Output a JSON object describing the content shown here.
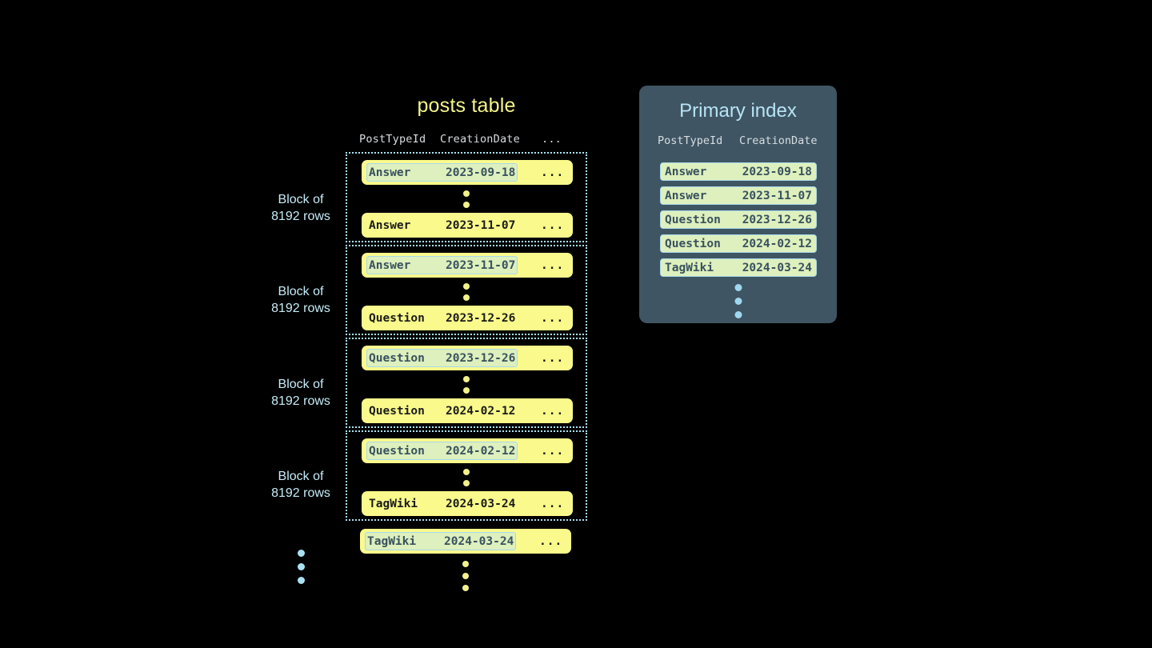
{
  "background_color": "#000000",
  "palette": {
    "row_yellow": "#fafa8c",
    "highlight_green": "#ddf0bd",
    "highlight_border": "#a9d8ea",
    "accent_blue": "#a9e4f5",
    "title_yellow": "#f4f48a",
    "panel_slate": "#3f5563",
    "mono_dark_text": "#1b1b1b",
    "highlight_text": "#39515f"
  },
  "posts_table": {
    "title": "posts table",
    "columns": [
      "PostTypeId",
      "CreationDate",
      "..."
    ],
    "ellipsis_cell": "...",
    "blocks": [
      {
        "label_line1": "Block of",
        "label_line2": "8192 rows",
        "first_row": {
          "post_type_id": "Answer",
          "creation_date": "2023-09-18",
          "rest": "...",
          "highlighted": true
        },
        "last_row": {
          "post_type_id": "Answer",
          "creation_date": "2023-11-07",
          "rest": "...",
          "highlighted": false
        }
      },
      {
        "label_line1": "Block of",
        "label_line2": "8192 rows",
        "first_row": {
          "post_type_id": "Answer",
          "creation_date": "2023-11-07",
          "rest": "...",
          "highlighted": true
        },
        "last_row": {
          "post_type_id": "Question",
          "creation_date": "2023-12-26",
          "rest": "...",
          "highlighted": false
        }
      },
      {
        "label_line1": "Block of",
        "label_line2": "8192 rows",
        "first_row": {
          "post_type_id": "Question",
          "creation_date": "2023-12-26",
          "rest": "...",
          "highlighted": true
        },
        "last_row": {
          "post_type_id": "Question",
          "creation_date": "2024-02-12",
          "rest": "...",
          "highlighted": false
        }
      },
      {
        "label_line1": "Block of",
        "label_line2": "8192 rows",
        "first_row": {
          "post_type_id": "Question",
          "creation_date": "2024-02-12",
          "rest": "...",
          "highlighted": true
        },
        "last_row": {
          "post_type_id": "TagWiki",
          "creation_date": "2024-03-24",
          "rest": "...",
          "highlighted": false
        }
      }
    ],
    "trailing_row": {
      "post_type_id": "TagWiki",
      "creation_date": "2024-03-24",
      "rest": "...",
      "highlighted": true
    }
  },
  "primary_index": {
    "title": "Primary index",
    "columns": [
      "PostTypeId",
      "CreationDate"
    ],
    "rows": [
      {
        "post_type_id": "Answer",
        "creation_date": "2023-09-18"
      },
      {
        "post_type_id": "Answer",
        "creation_date": "2023-11-07"
      },
      {
        "post_type_id": "Question",
        "creation_date": "2023-12-26"
      },
      {
        "post_type_id": "Question",
        "creation_date": "2024-02-12"
      },
      {
        "post_type_id": "TagWiki",
        "creation_date": "2024-03-24"
      }
    ]
  }
}
